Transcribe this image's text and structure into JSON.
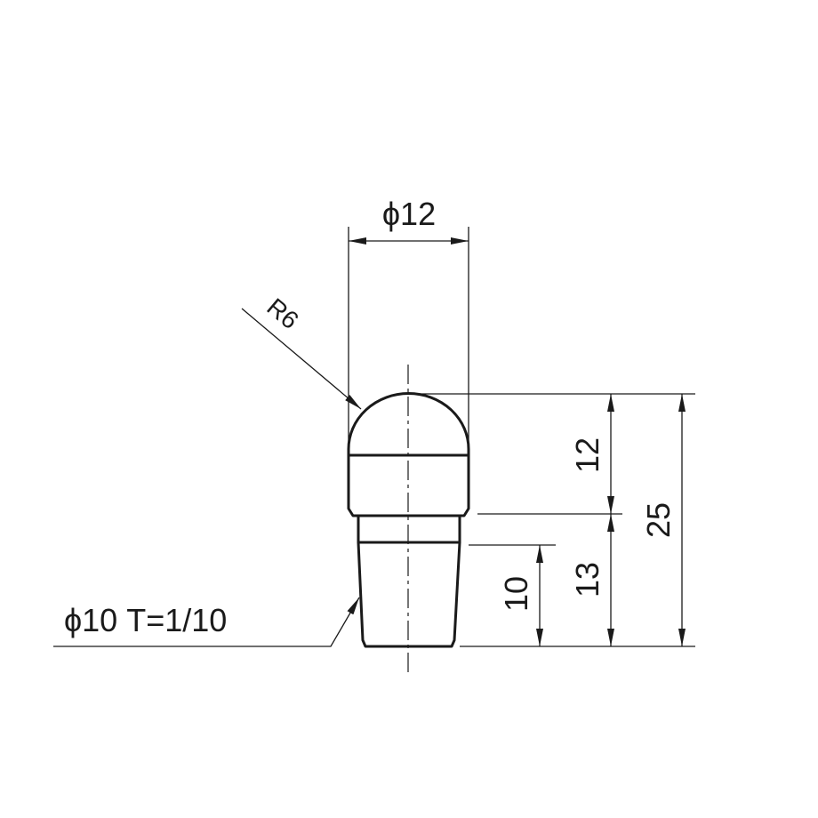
{
  "drawing": {
    "dimensions": {
      "head_diameter": "ϕ12",
      "head_radius": "R6",
      "head_height": "12",
      "total_height": "25",
      "shank_height": "13",
      "taper_length": "10",
      "taper_spec": "ϕ10 T=1/10"
    },
    "colors": {
      "line": "#1a1a1a",
      "background": "#ffffff"
    }
  }
}
